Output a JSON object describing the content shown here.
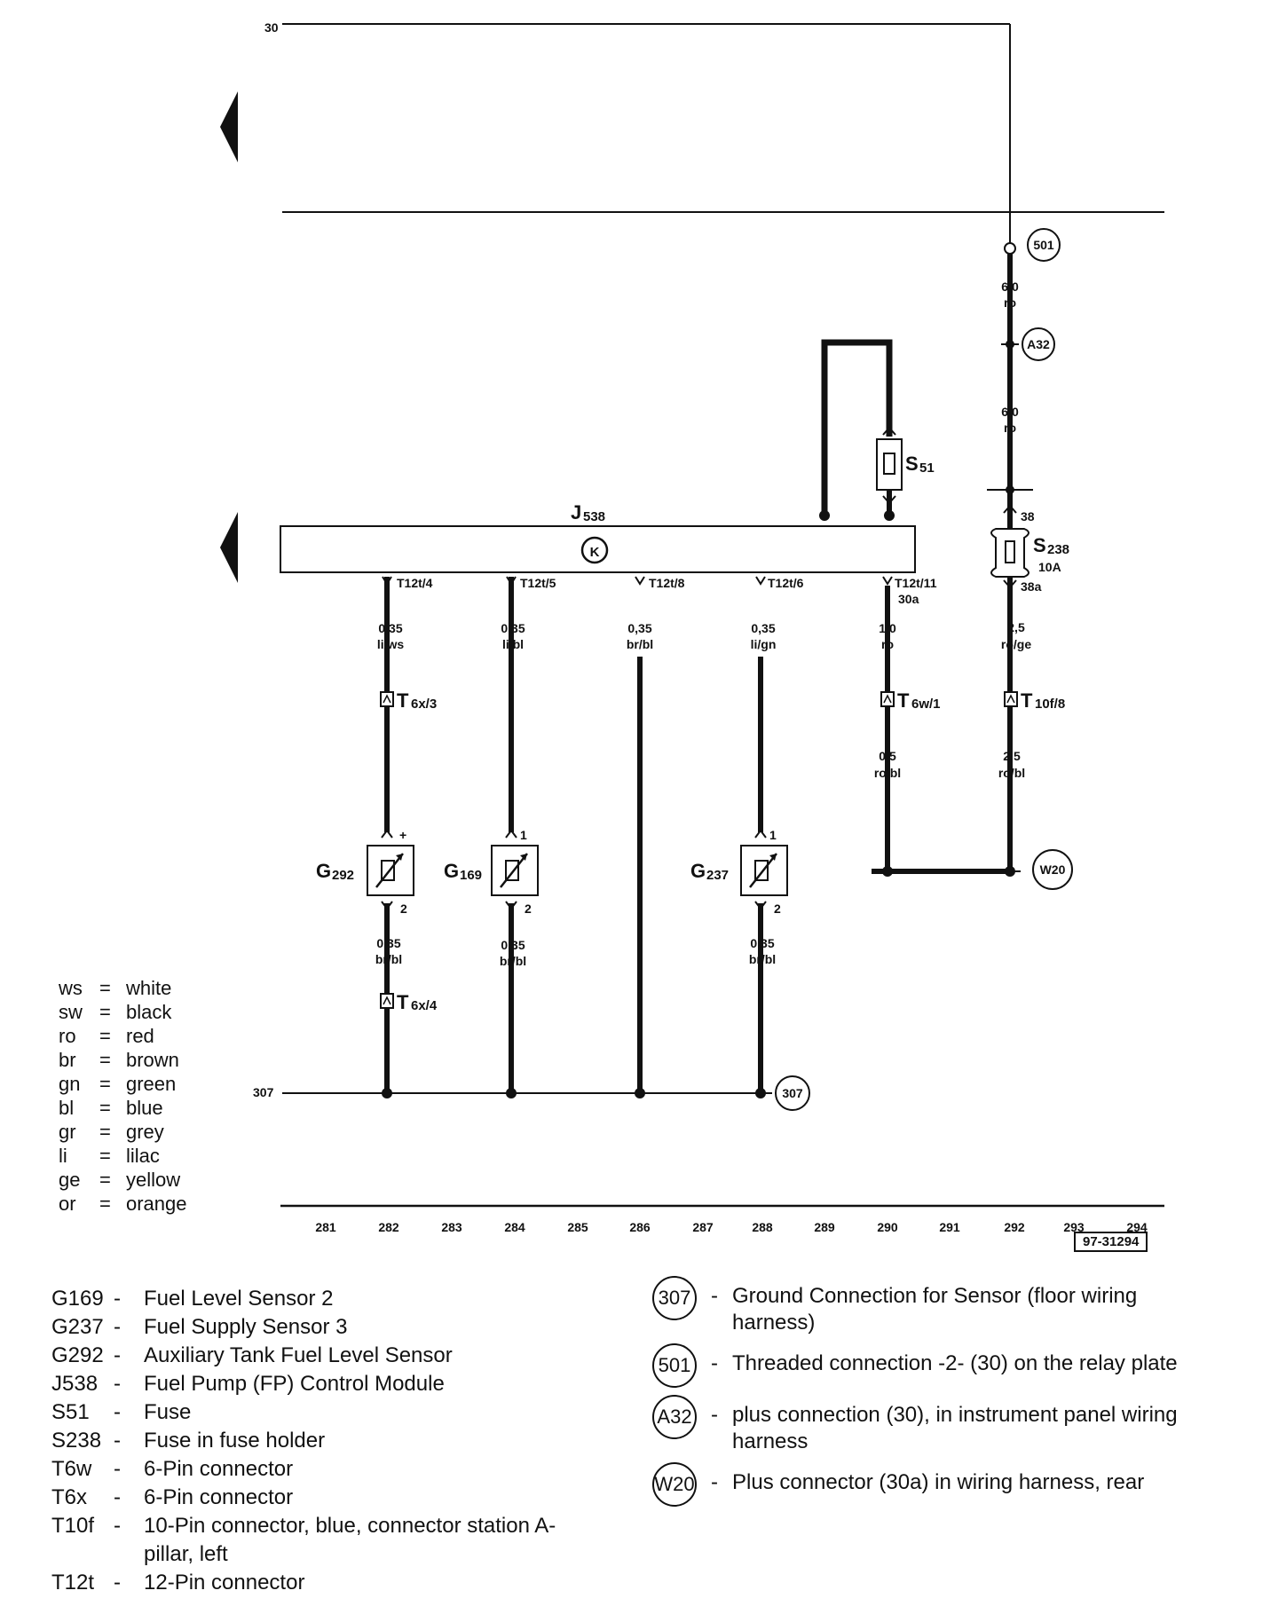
{
  "diagram": {
    "terminal_30": "30",
    "terminal_307": "307",
    "module": {
      "name": "J",
      "sub": "538",
      "symbol": "K"
    },
    "fuse_s51": {
      "name": "S",
      "sub": "51"
    },
    "fuse_s238": {
      "name": "S",
      "sub": "238",
      "rating": "10A",
      "pin_in": "38",
      "pin_out": "38a"
    },
    "badges": {
      "b501": "501",
      "a32": "A32",
      "w20": "W20",
      "b307": "307"
    },
    "wires": {
      "main_1": {
        "size": "6,0",
        "color": "ro"
      },
      "main_2": {
        "size": "6,0",
        "color": "ro"
      },
      "w282": {
        "size": "0,35",
        "color": "li/ws"
      },
      "w284": {
        "size": "0,35",
        "color": "li/bl"
      },
      "w286": {
        "size": "0,35",
        "color": "br/bl"
      },
      "w288": {
        "size": "0,35",
        "color": "li/gn"
      },
      "w290a": {
        "size": "1,0",
        "color": "ro"
      },
      "w290b": {
        "size": "0,5",
        "color": "ro/bl"
      },
      "w292a": {
        "size": "2,5",
        "color": "ro/ge"
      },
      "w292b": {
        "size": "2,5",
        "color": "ro/bl"
      },
      "g282": {
        "size": "0,35",
        "color": "br/bl"
      },
      "g284": {
        "size": "0,35",
        "color": "br/bl"
      },
      "g288": {
        "size": "0,35",
        "color": "br/bl"
      }
    },
    "pins": {
      "p282": "T12t/4",
      "p284": "T12t/5",
      "p286": "T12t/8",
      "p288": "T12t/6",
      "p290": "T12t/11",
      "p290b": "30a"
    },
    "connectors": {
      "c282a": {
        "name": "T",
        "sub": "6x/3"
      },
      "c282b": {
        "name": "T",
        "sub": "6x/4"
      },
      "c290": {
        "name": "T",
        "sub": "6w/1"
      },
      "c292": {
        "name": "T",
        "sub": "10f/8"
      }
    },
    "sensors": {
      "g292": {
        "name": "G",
        "sub": "292",
        "pin_top": "+",
        "pin_bot": "2"
      },
      "g169": {
        "name": "G",
        "sub": "169",
        "pin_top": "1",
        "pin_bot": "2"
      },
      "g237": {
        "name": "G",
        "sub": "237",
        "pin_top": "1",
        "pin_bot": "2"
      }
    },
    "tracks": [
      "281",
      "282",
      "283",
      "284",
      "285",
      "286",
      "287",
      "288",
      "289",
      "290",
      "291",
      "292",
      "293",
      "294"
    ],
    "reference": "97-31294"
  },
  "color_key": [
    {
      "abbr": "ws",
      "name": "white"
    },
    {
      "abbr": "sw",
      "name": "black"
    },
    {
      "abbr": "ro",
      "name": "red"
    },
    {
      "abbr": "br",
      "name": "brown"
    },
    {
      "abbr": "gn",
      "name": "green"
    },
    {
      "abbr": "bl",
      "name": "blue"
    },
    {
      "abbr": "gr",
      "name": "grey"
    },
    {
      "abbr": "li",
      "name": "lilac"
    },
    {
      "abbr": "ge",
      "name": "yellow"
    },
    {
      "abbr": "or",
      "name": "orange"
    }
  ],
  "legend_components": [
    {
      "code": "G169",
      "desc": "Fuel Level Sensor 2"
    },
    {
      "code": "G237",
      "desc": "Fuel Supply Sensor 3"
    },
    {
      "code": "G292",
      "desc": "Auxiliary Tank Fuel Level Sensor"
    },
    {
      "code": "J538",
      "desc": "Fuel Pump (FP) Control Module"
    },
    {
      "code": "S51",
      "desc": "Fuse"
    },
    {
      "code": "S238",
      "desc": "Fuse in fuse holder"
    },
    {
      "code": "T6w",
      "desc": "6-Pin connector"
    },
    {
      "code": "T6x",
      "desc": "6-Pin connector"
    },
    {
      "code": "T10f",
      "desc": "10-Pin connector, blue, connector station A-pillar, left"
    },
    {
      "code": "T12t",
      "desc": "12-Pin connector"
    }
  ],
  "legend_connections": [
    {
      "code": "307",
      "desc": "Ground Connection for Sensor (floor wiring harness)"
    },
    {
      "code": "501",
      "desc": "Threaded connection -2- (30) on the relay plate"
    },
    {
      "code": "A32",
      "desc": "plus connection (30), in instrument panel wiring harness"
    },
    {
      "code": "W20",
      "desc": "Plus connector (30a) in wiring harness, rear"
    }
  ]
}
